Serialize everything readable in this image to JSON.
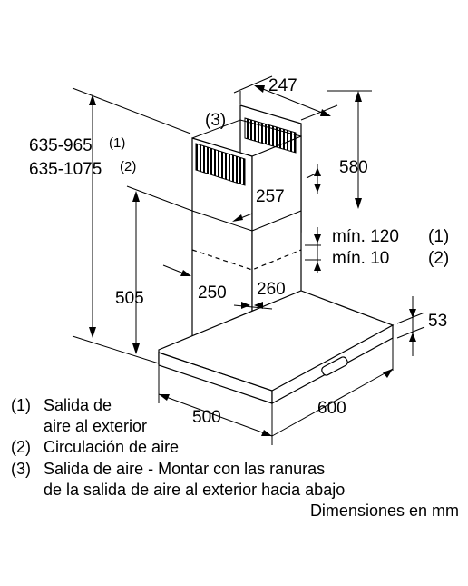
{
  "diagram": {
    "labels": {
      "outlet_number": "(3)",
      "height_range_1": "635-965",
      "height_range_1_ref": "(1)",
      "height_range_2": "635-1075",
      "height_range_2_ref": "(2)",
      "depth_top": "247",
      "chimney_height": "580",
      "chimney_width": "257",
      "min_1": "mín. 120",
      "min_1_ref": "(1)",
      "min_2": "mín. 10",
      "min_2_ref": "(2)",
      "inner_height": "505",
      "inner_width": "250",
      "inner_depth": "260",
      "canopy_height": "53",
      "width_left": "500",
      "width_right": "600"
    },
    "legend": [
      {
        "num": "(1)",
        "text": "Salida de"
      },
      {
        "num": "",
        "text": "aire al exterior"
      },
      {
        "num": "(2)",
        "text": "Circulación de aire"
      },
      {
        "num": "(3)",
        "text": "Salida de aire - Montar con las ranuras"
      },
      {
        "num": "",
        "text": "de la salida de aire al exterior hacia abajo"
      }
    ],
    "units_note": "Dimensiones en mm"
  }
}
